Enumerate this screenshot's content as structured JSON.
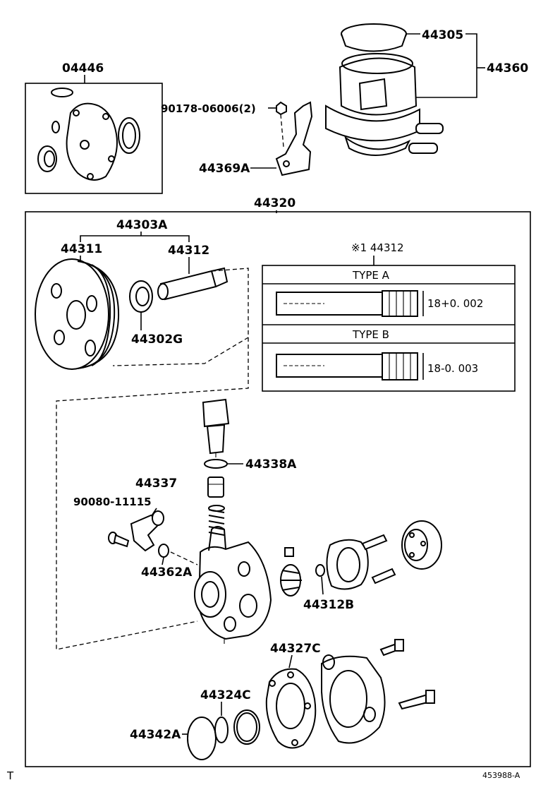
{
  "parts": {
    "p04446": "04446",
    "p44305": "44305",
    "p44360": "44360",
    "p90178": "90178-06006(2)",
    "p44369A": "44369A",
    "p44320": "44320",
    "p44303A": "44303A",
    "p44311": "44311",
    "p44312": "44312",
    "p44302G": "44302G",
    "p44338A": "44338A",
    "p44337": "44337",
    "p90080": "90080-11115",
    "p44362A": "44362A",
    "p44312B": "44312B",
    "p44327C": "44327C",
    "p44324C": "44324C",
    "p44342A": "44342A"
  },
  "spec_table": {
    "header": "※1 44312",
    "type_a_label": "TYPE  A",
    "type_a_dim": "18+0. 002",
    "type_b_label": "TYPE  B",
    "type_b_dim": "18-0. 003"
  },
  "footer": {
    "left_mark": "T",
    "ref_code": "453988-A"
  }
}
